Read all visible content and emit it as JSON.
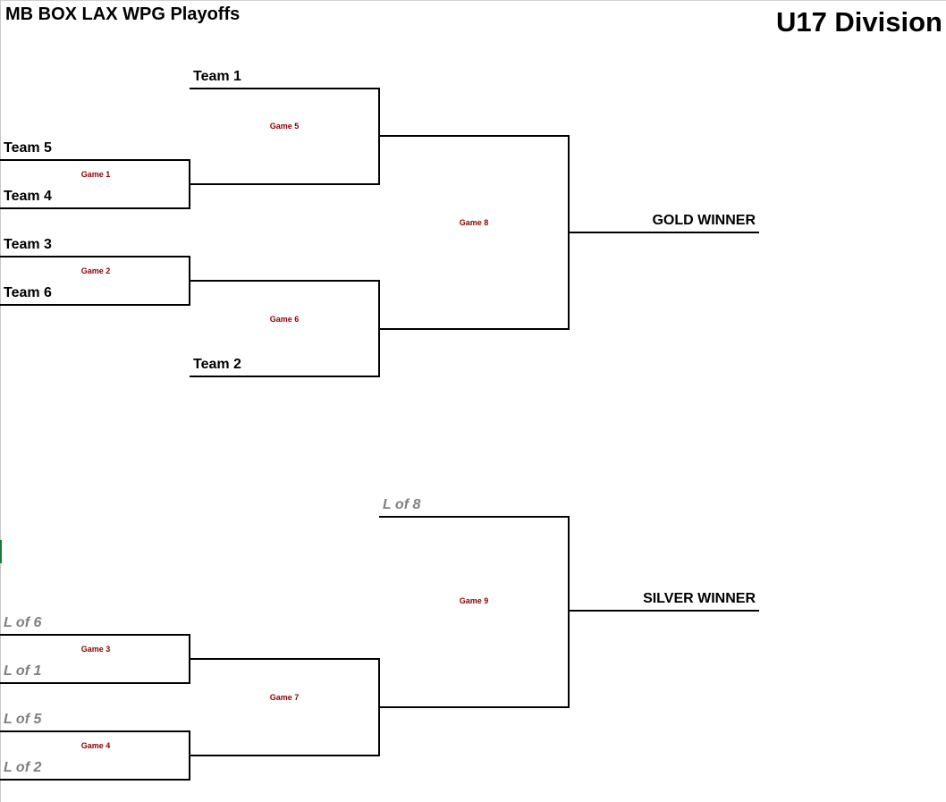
{
  "header": {
    "title": "MB BOX LAX WPG Playoffs",
    "division": "U17 Division"
  },
  "gold_bracket": {
    "teams": [
      "Team 1",
      "Team 5",
      "Team 4",
      "Team 3",
      "Team 6",
      "Team 2"
    ],
    "games": [
      "Game 1",
      "Game 2",
      "Game 5",
      "Game 6",
      "Game 8"
    ],
    "winner": "GOLD WINNER"
  },
  "silver_bracket": {
    "teams": [
      "L of 8",
      "L of 6",
      "L of 1",
      "L of 5",
      "L of 2"
    ],
    "games": [
      "Game 3",
      "Game 4",
      "Game 7",
      "Game 9"
    ],
    "winner": "SILVER WINNER"
  },
  "colors": {
    "game_label": "#8b0000",
    "loser_label": "#808080",
    "lines": "#000000"
  }
}
